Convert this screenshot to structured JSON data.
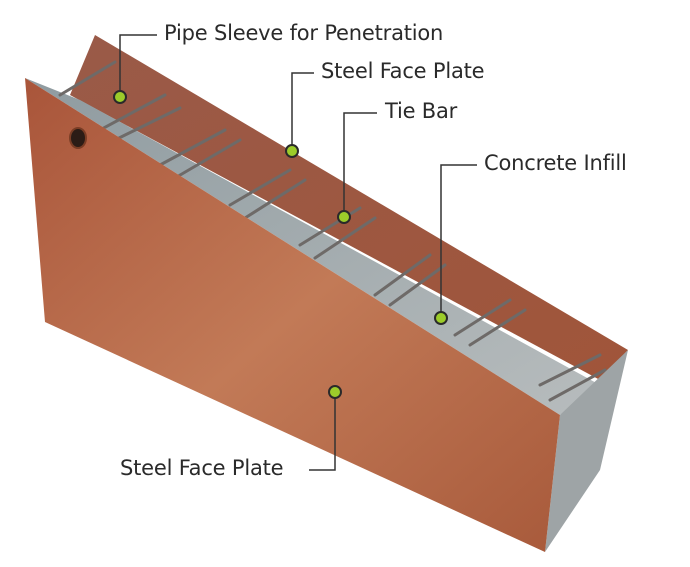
{
  "labels": {
    "pipe_sleeve": "Pipe Sleeve for Penetration",
    "steel_face_plate_top": "Steel Face Plate",
    "tie_bar": "Tie Bar",
    "concrete_infill": "Concrete Infill",
    "steel_face_plate_bottom": "Steel Face Plate"
  },
  "colors": {
    "marker": "#9ccc2a",
    "rust": "#b5603d",
    "concrete": "#9fa6a8",
    "leader": "#333333"
  }
}
